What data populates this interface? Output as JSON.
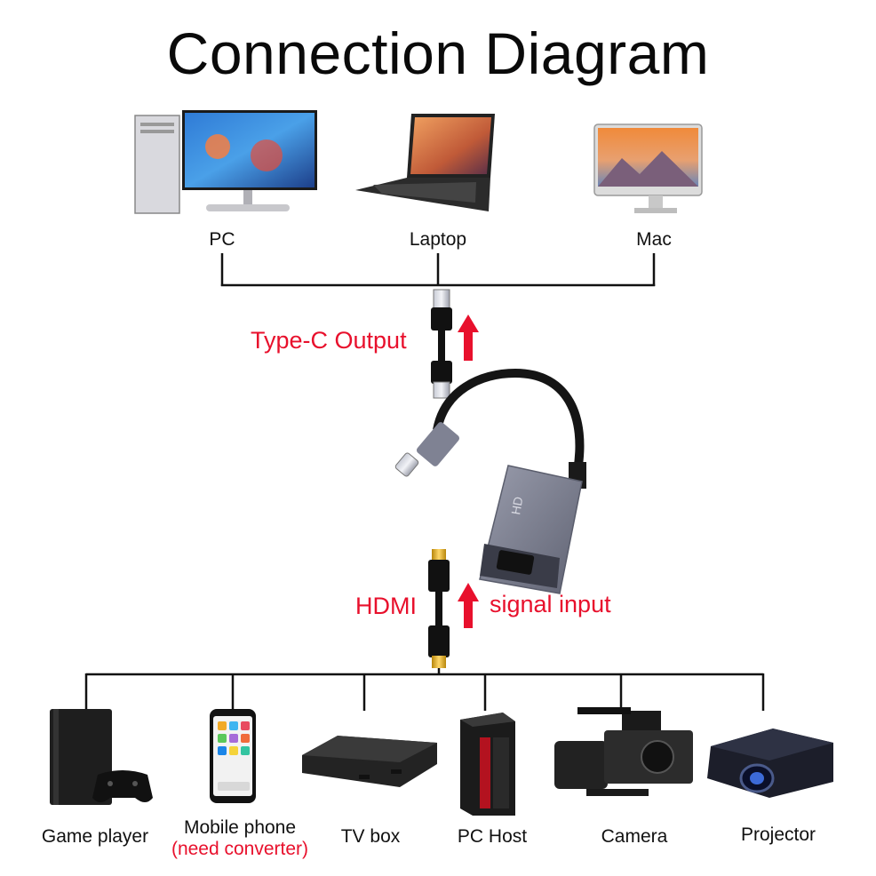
{
  "title": "Connection Diagram",
  "hosts": [
    {
      "label": "PC",
      "icon": "desktop-pc-icon"
    },
    {
      "label": "Laptop",
      "icon": "laptop-icon"
    },
    {
      "label": "Mac",
      "icon": "imac-icon"
    }
  ],
  "output_label": "Type-C Output",
  "input_labels": {
    "cable": "HDMI",
    "signal": "signal input"
  },
  "device_text": {
    "badge": "HD"
  },
  "sources": [
    {
      "label": "Game player",
      "icon": "game-console-icon"
    },
    {
      "label": "Mobile phone",
      "note": "(need converter)",
      "icon": "smartphone-icon"
    },
    {
      "label": "TV box",
      "icon": "tv-box-icon"
    },
    {
      "label": "PC Host",
      "icon": "pc-tower-icon"
    },
    {
      "label": "Camera",
      "icon": "video-camera-icon"
    },
    {
      "label": "Projector",
      "icon": "projector-icon"
    }
  ],
  "colors": {
    "accent_red": "#e8102c",
    "line": "#111111",
    "device_body": "#7c7f8e"
  }
}
